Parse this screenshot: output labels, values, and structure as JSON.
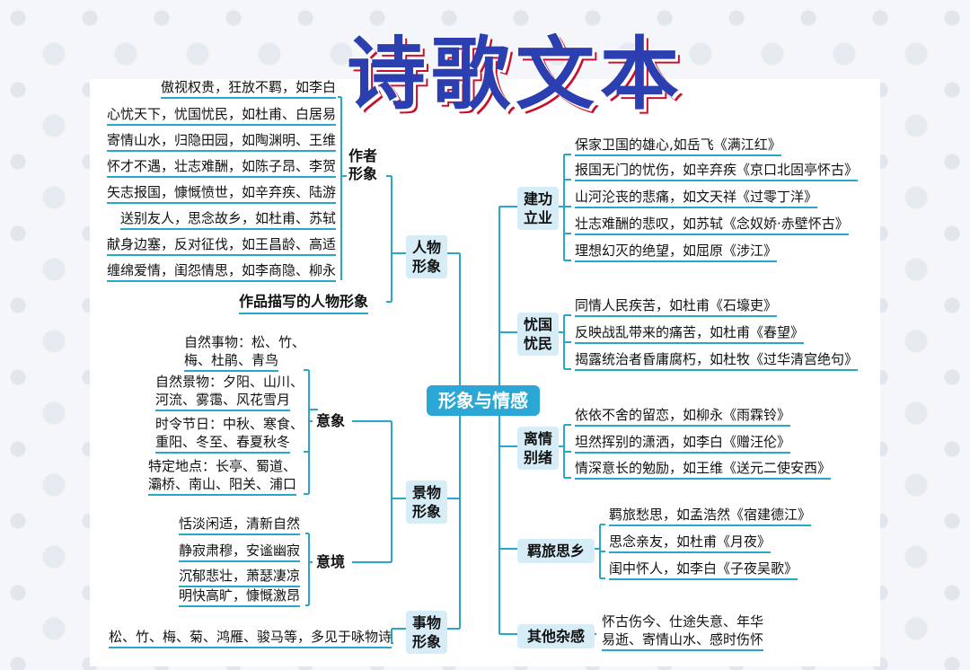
{
  "title": "诗歌文本",
  "center": "形象与情感",
  "left": {
    "people": {
      "label": "人物形象",
      "author": {
        "label": "作者形象",
        "items": [
          "傲视权贵，狂放不羁，如李白",
          "心忧天下，忧国忧民，如杜甫、白居易",
          "寄情山水，归隐田园，如陶渊明、王维",
          "怀才不遇，壮志难酬，如陈子昂、李贺",
          "矢志报国，慷慨愤世，如辛弃疾、陆游",
          "送别友人，思念故乡，如杜甫、苏轼",
          "献身边塞，反对征伐，如王昌龄、高适",
          "缠绵爱情，闺怨情思，如李商隐、柳永"
        ]
      },
      "works": "作品描写的人物形象"
    },
    "scenery": {
      "label": "景物形象",
      "imagery": {
        "label": "意象",
        "items": [
          {
            "l1": "自然事物：松、竹、",
            "l2": "梅、杜鹃、青鸟"
          },
          {
            "l1": "自然景物：夕阳、山川、",
            "l2": "河流、雾霭、风花雪月"
          },
          {
            "l1": "时令节日：中秋、寒食、",
            "l2": "重阳、冬至、春夏秋冬"
          },
          {
            "l1": "特定地点：长亭、蜀道、",
            "l2": "灞桥、南山、阳关、浦口"
          }
        ]
      },
      "mood": {
        "label": "意境",
        "items": [
          "恬淡闲适，清新自然",
          "静寂肃穆，安谧幽寂",
          "沉郁悲壮，萧瑟凄凉",
          "明快高旷，慷慨激昂"
        ]
      }
    },
    "objects": {
      "label": "事物形象",
      "text": "松、竹、梅、菊、鸿雁、骏马等，多见于咏物诗"
    }
  },
  "right": [
    {
      "label": "建功立业",
      "items": [
        "保家卫国的雄心,如岳飞《满江红》",
        "报国无门的忧伤，如辛弃疾《京口北固亭怀古》",
        "山河沦丧的悲痛，如文天祥《过零丁洋》",
        "壮志难酬的悲叹，如苏轼《念奴娇·赤壁怀古》",
        "理想幻灭的绝望，如屈原《涉江》"
      ]
    },
    {
      "label": "忧国忧民",
      "items": [
        "同情人民疾苦，如杜甫《石壕吏》",
        "反映战乱带来的痛苦，如杜甫《春望》",
        "揭露统治者昏庸腐朽，如杜牧《过华清宫绝句》"
      ]
    },
    {
      "label": "离情别绪",
      "items": [
        "依依不舍的留恋，如柳永《雨霖铃》",
        "坦然挥别的潇洒，如李白《赠汪伦》",
        "情深意长的勉励，如王维《送元二使安西》"
      ]
    },
    {
      "label": "羁旅思乡",
      "items": [
        "羁旅愁思，如孟浩然《宿建德江》",
        "思念亲友，如杜甫《月夜》",
        "闺中怀人，如李白《子夜吴歌》"
      ]
    },
    {
      "label": "其他杂感",
      "l1": "怀古伤今、仕途失意、年华",
      "l2": "易逝、寄情山水、感时伤怀"
    }
  ]
}
